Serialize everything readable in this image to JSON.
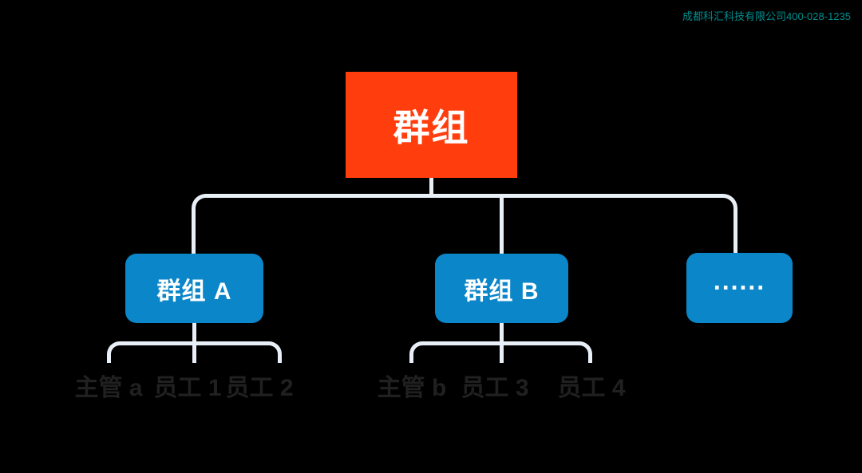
{
  "watermark": {
    "text": "成都科汇科技有限公司400-028-1235"
  },
  "chart": {
    "type": "org-diagram",
    "root_label": "群组",
    "groups": [
      {
        "label": "群组 A",
        "members": [
          "主管 a",
          "员工 1",
          "员工 2"
        ]
      },
      {
        "label": "群组 B",
        "members": [
          "主管 b",
          "员工 3",
          "员工 4"
        ]
      },
      {
        "label": "......",
        "members": []
      }
    ]
  },
  "colors": {
    "background": "#000000",
    "root_box": "#ff3d0d",
    "group_box": "#0b86c9",
    "connector_line": "#e9eff7",
    "node_text": "#ffffff",
    "member_text": "#202020",
    "watermark_text": "#008e8e"
  }
}
